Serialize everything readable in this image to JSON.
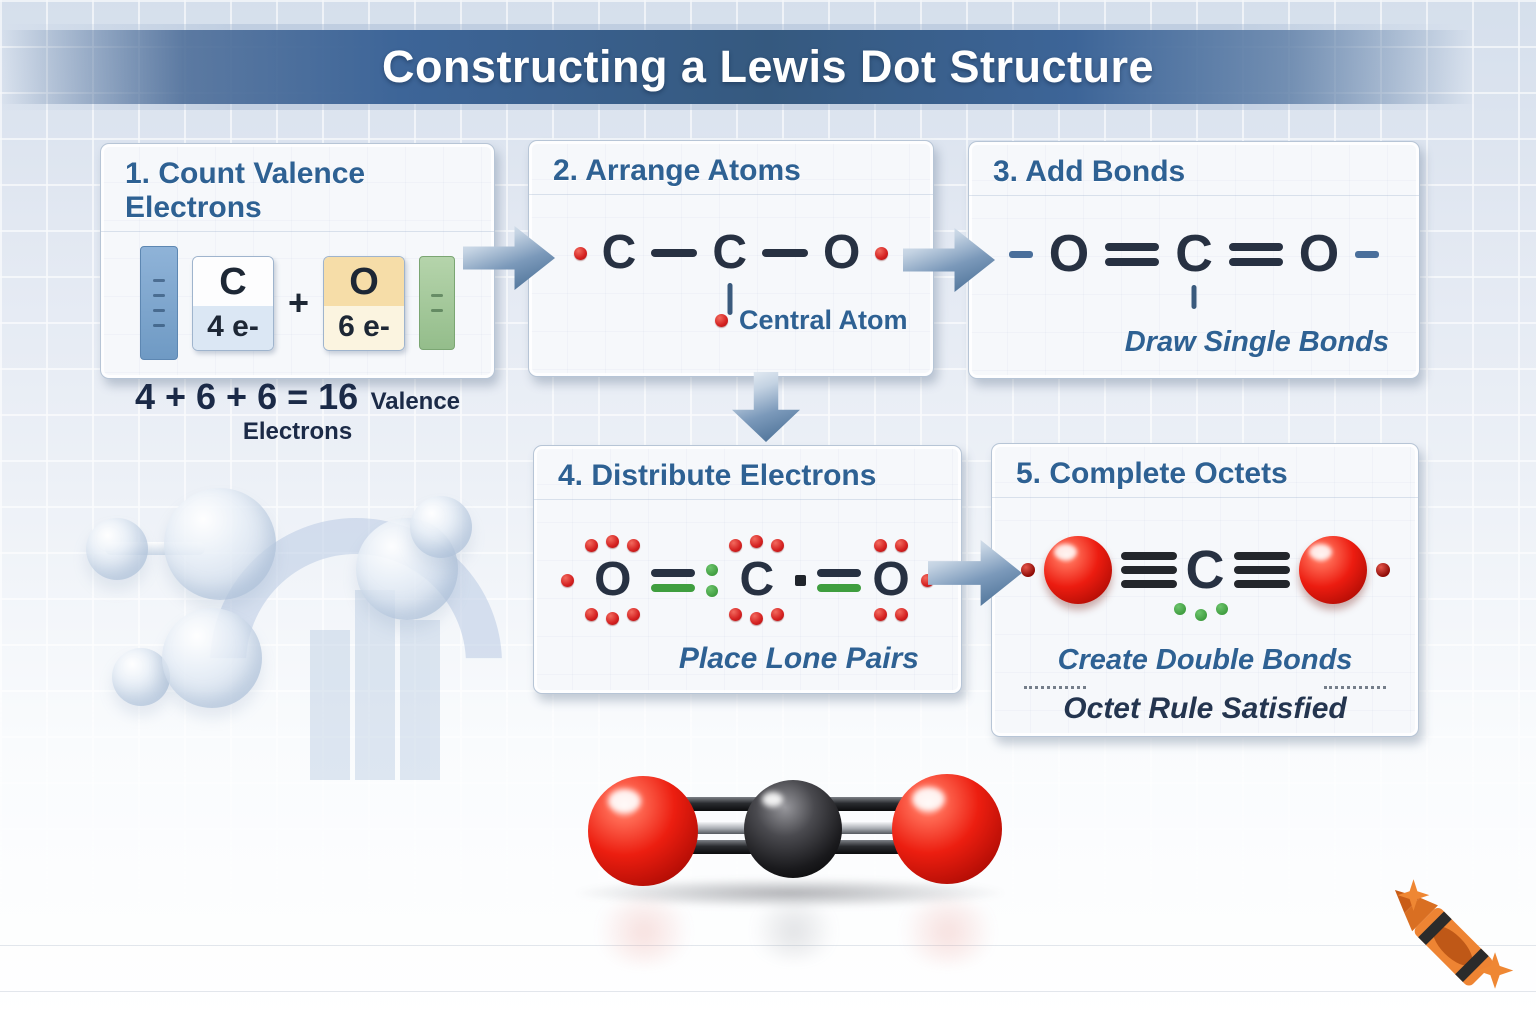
{
  "title": "Constructing a Lewis Dot Structure",
  "steps": {
    "step1": {
      "heading": "1. Count Valence Electrons",
      "carbon": {
        "symbol": "C",
        "electrons": "4 e-"
      },
      "plus": "+",
      "oxygen": {
        "symbol": "O",
        "electrons": "6 e-"
      },
      "equation": "4 + 6 + 6 = 16",
      "equation_label": "Valence Electrons"
    },
    "step2": {
      "heading": "2. Arrange Atoms",
      "atom_left": "C",
      "atom_center": "C",
      "atom_right": "O",
      "annotation": "Central Atom"
    },
    "step3": {
      "heading": "3. Add Bonds",
      "atom_left": "O",
      "atom_center": "C",
      "atom_right": "O",
      "caption": "Draw Single Bonds"
    },
    "step4": {
      "heading": "4. Distribute Electrons",
      "atom_left": "O",
      "atom_center": "C",
      "atom_right": "O",
      "caption": "Place Lone Pairs"
    },
    "step5": {
      "heading": "5. Complete Octets",
      "atom_center": "C",
      "caption_top": "Create Double Bonds",
      "caption_bottom": "Octet Rule Satisfied"
    }
  },
  "figures": {
    "ball_stick_model": "CO2 ball-and-stick model (red O, black C, red O)",
    "background": "translucent molecule bubbles over grid"
  },
  "icons": {
    "logo": "crayon-icon",
    "sparkle": "sparkle-icon"
  },
  "colors": {
    "banner_blue": "#3d6598",
    "heading_blue": "#2e6193",
    "atom_text": "#273142",
    "electron_dot_red": "#d42020",
    "shared_pair_green": "#3f9e3f",
    "arrow_blue": "#41688f",
    "oxygen_sphere_red": "#ec1e10",
    "carbon_sphere_black": "#1a1a1d",
    "crayon_orange": "#ee8433"
  }
}
